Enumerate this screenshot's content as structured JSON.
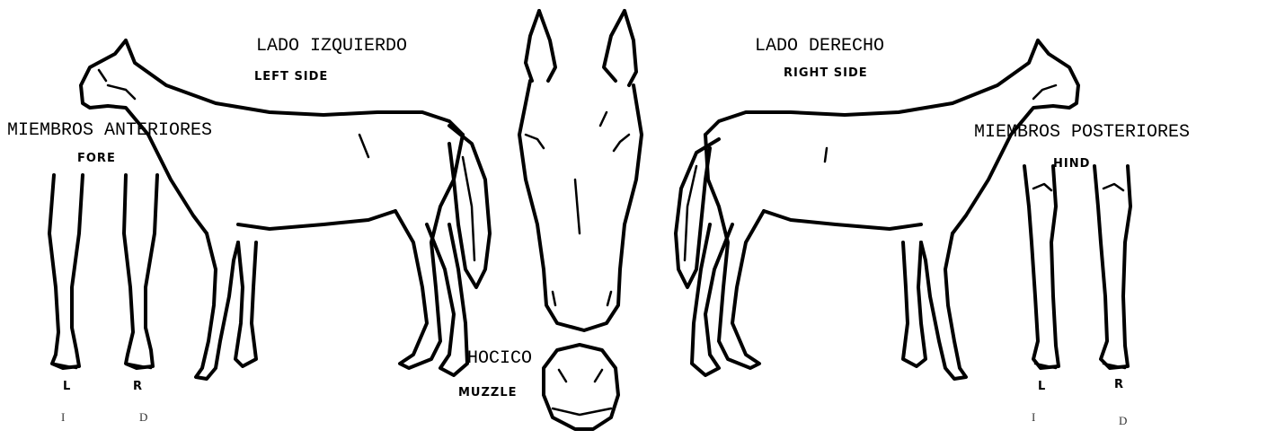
{
  "left_side": {
    "title": "LADO IZQUIERDO",
    "subtitle": "LEFT SIDE"
  },
  "right_side": {
    "title": "LADO DERECHO",
    "subtitle": "RIGHT SIDE"
  },
  "fore_limbs": {
    "title": "MIEMBROS ANTERIORES",
    "subtitle": "FORE",
    "left": "L",
    "right": "R",
    "left_alt": "I",
    "right_alt": "D"
  },
  "hind_limbs": {
    "title": "MIEMBROS POSTERIORES",
    "subtitle": "HIND",
    "left": "L",
    "right": "R",
    "left_alt": "I",
    "right_alt": "D"
  },
  "muzzle": {
    "title": "HOCICO",
    "subtitle": "MUZZLE"
  }
}
